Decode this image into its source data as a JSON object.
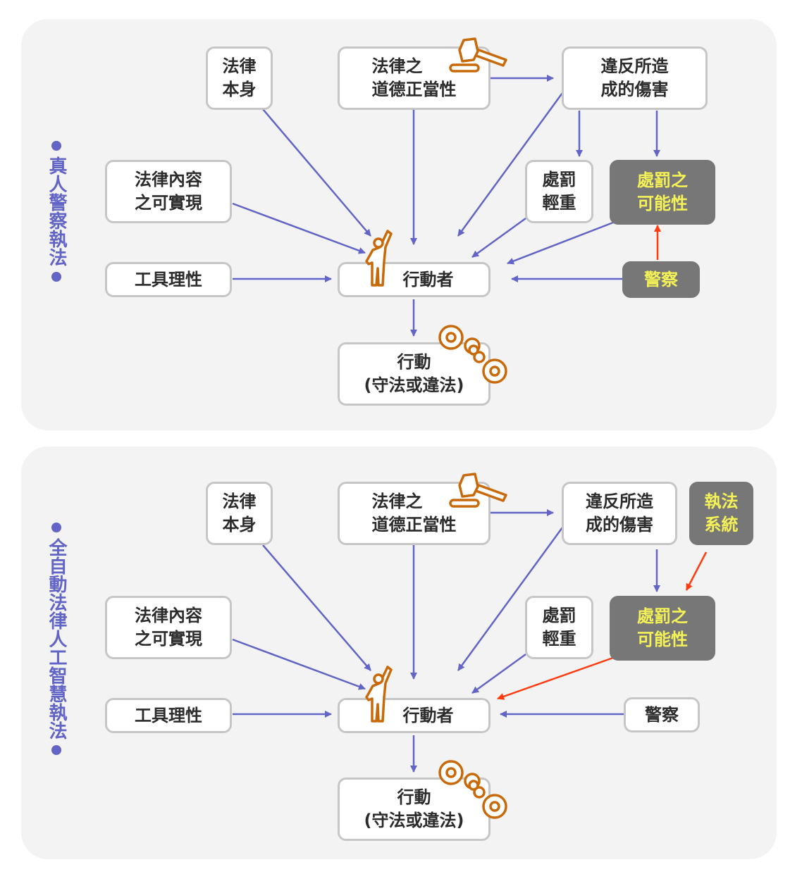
{
  "colors": {
    "panel_bg": "#f3f3f3",
    "node_border": "#c6c6c6",
    "dark_node_bg": "#777777",
    "dark_node_text": "#f4f256",
    "arrow_blue": "#6264c6",
    "arrow_red": "#ff3b0f",
    "icon_orange": "#c8690a"
  },
  "panels": [
    {
      "side_label": "真人警察執法",
      "nodes": {
        "law_itself": [
          "法律",
          "本身"
        ],
        "moral_legitimacy": [
          "法律之",
          "道德正當性"
        ],
        "harm": [
          "違反所造",
          "成的傷害"
        ],
        "realizability": [
          "法律內容",
          "之可實現"
        ],
        "severity": [
          "處罰",
          "輕重"
        ],
        "possibility": [
          "處罰之",
          "可能性"
        ],
        "instrumental": [
          "工具理性"
        ],
        "actor": [
          "行動者"
        ],
        "police": [
          "警察"
        ],
        "action": [
          "行動",
          "(守法或違法)"
        ]
      }
    },
    {
      "side_label": "全自動法律人工智慧執法",
      "nodes": {
        "law_itself": [
          "法律",
          "本身"
        ],
        "moral_legitimacy": [
          "法律之",
          "道德正當性"
        ],
        "harm": [
          "違反所造",
          "成的傷害"
        ],
        "enforcement_system": [
          "執法",
          "系統"
        ],
        "realizability": [
          "法律內容",
          "之可實現"
        ],
        "severity": [
          "處罰",
          "輕重"
        ],
        "possibility": [
          "處罰之",
          "可能性"
        ],
        "instrumental": [
          "工具理性"
        ],
        "actor": [
          "行動者"
        ],
        "police": [
          "警察"
        ],
        "action": [
          "行動",
          "(守法或違法)"
        ]
      }
    }
  ],
  "icons": {
    "gavel": "gavel-icon",
    "person": "person-raising-hand-icon",
    "handcuffs": "handcuffs-icon"
  }
}
